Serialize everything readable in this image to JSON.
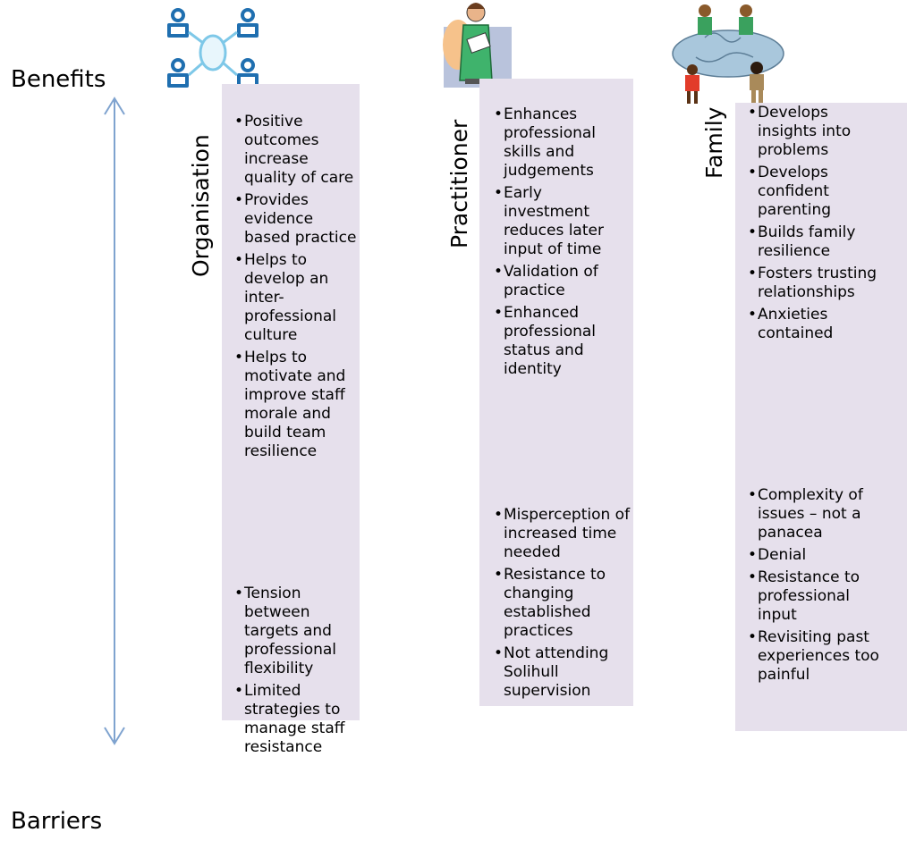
{
  "axis": {
    "top": "Benefits",
    "bottom": "Barriers",
    "arrow_color": "#7fa3cf"
  },
  "panel_color": "#e6e0ec",
  "columns": [
    {
      "title": "Organisation",
      "icon": "network-people-icon",
      "benefits": [
        "Positive outcomes increase quality of care",
        "Provides evidence based practice",
        "Helps to develop an inter-professional culture",
        "Helps to motivate and improve staff morale  and build team resilience"
      ],
      "barriers": [
        "Tension between targets and professional flexibility",
        "Limited strategies to manage staff resistance"
      ]
    },
    {
      "title": "Practitioner",
      "icon": "practitioner-clipart-icon",
      "benefits": [
        "Enhances professional skills and judgements",
        "Early investment reduces later input of time",
        "Validation of practice",
        "Enhanced professional status and identity"
      ],
      "barriers": [
        "Misperception of increased time needed",
        "Resistance to changing established practices",
        "Not attending Solihull supervision"
      ]
    },
    {
      "title": "Family",
      "icon": "family-puzzle-icon",
      "benefits": [
        "Develops insights into problems",
        "Develops confident parenting",
        "Builds family resilience",
        "Fosters trusting relationships",
        "Anxieties contained"
      ],
      "barriers": [
        "Complexity of issues – not a panacea",
        "Denial",
        "Resistance to professional input",
        "Revisiting past experiences too painful"
      ]
    }
  ]
}
